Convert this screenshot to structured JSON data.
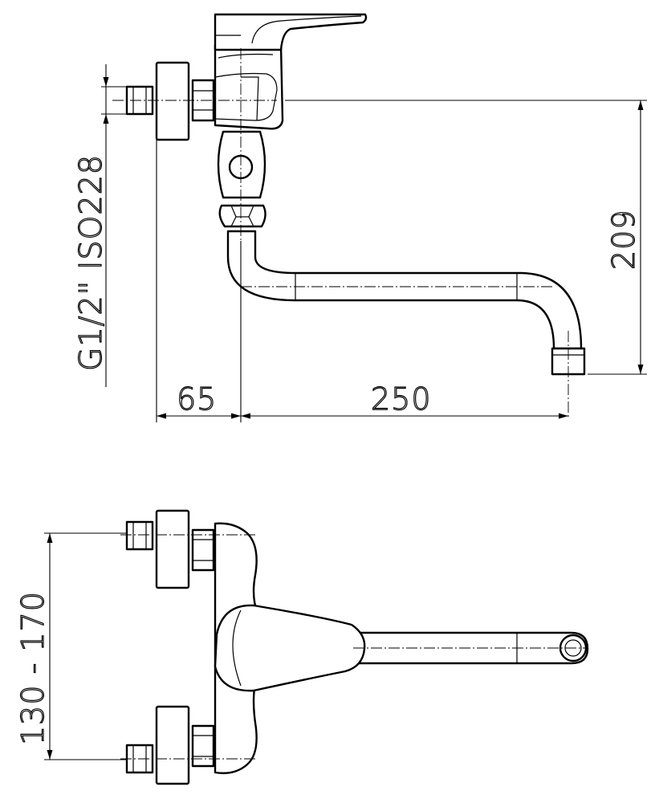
{
  "dimensions": {
    "wall_offset": "65",
    "spout_reach": "250",
    "spout_height": "209",
    "thread": "G1/2\"  ISO228",
    "spacing": "130 - 170"
  }
}
